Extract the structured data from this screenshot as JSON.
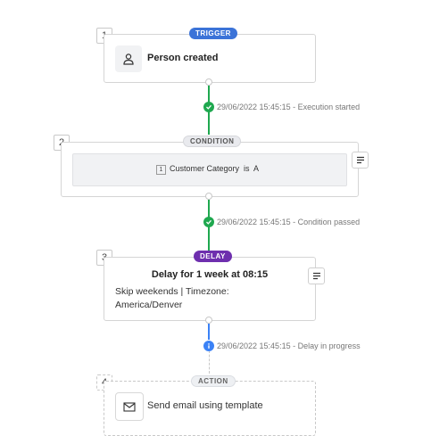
{
  "steps": [
    {
      "number": "1",
      "badge": "TRIGGER",
      "title": "Person created",
      "icon": "person-icon"
    },
    {
      "number": "2",
      "badge": "CONDITION",
      "condition_index": "1",
      "condition_text": "Customer Category  is  A",
      "menu_icon": "menu-lines-icon"
    },
    {
      "number": "3",
      "badge": "DELAY",
      "title": "Delay for 1 week at 08:15",
      "detail": "Skip weekends | Timezone: America/Denver",
      "menu_icon": "menu-lines-icon"
    },
    {
      "number": "4",
      "badge": "ACTION",
      "title": "Send email using template",
      "icon": "envelope-icon"
    }
  ],
  "events": [
    {
      "text": "29/06/2022 15:45:15 - Execution started",
      "status": "success",
      "icon": "check-circle-icon"
    },
    {
      "text": "29/06/2022 15:45:15 - Condition passed",
      "status": "success",
      "icon": "check-circle-icon"
    },
    {
      "text": "29/06/2022 15:45:15 - Delay in progress",
      "status": "info",
      "icon": "info-circle-icon"
    }
  ],
  "colors": {
    "trigger": "#3b73d8",
    "condition_badge_bg": "#e9eaee",
    "delay": "#6e2fae",
    "action_badge_bg": "#eef0f3",
    "success": "#1fa84f",
    "info": "#3b82f6"
  }
}
